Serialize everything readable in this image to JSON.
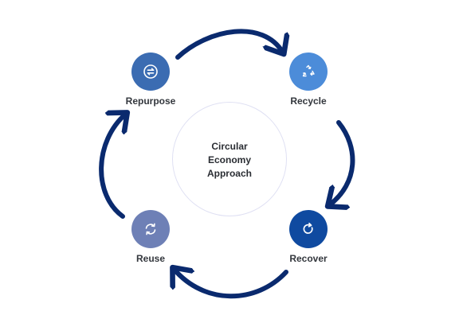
{
  "diagram": {
    "center_label": "Circular\nEconomy\nApproach",
    "nodes": [
      {
        "id": "repurpose",
        "label": "Repurpose",
        "icon": "swap-icon",
        "color": "#3b6cb2"
      },
      {
        "id": "recycle",
        "label": "Recycle",
        "icon": "recycle-icon",
        "color": "#4c8cd9"
      },
      {
        "id": "recover",
        "label": "Recover",
        "icon": "refresh-circle-icon",
        "color": "#0f4aa0"
      },
      {
        "id": "reuse",
        "label": "Reuse",
        "icon": "sync-icon",
        "color": "#6e80b6"
      }
    ],
    "flow": [
      "Repurpose",
      "Recycle",
      "Recover",
      "Reuse",
      "Repurpose"
    ],
    "arrow_color": "#0a2a6e"
  }
}
